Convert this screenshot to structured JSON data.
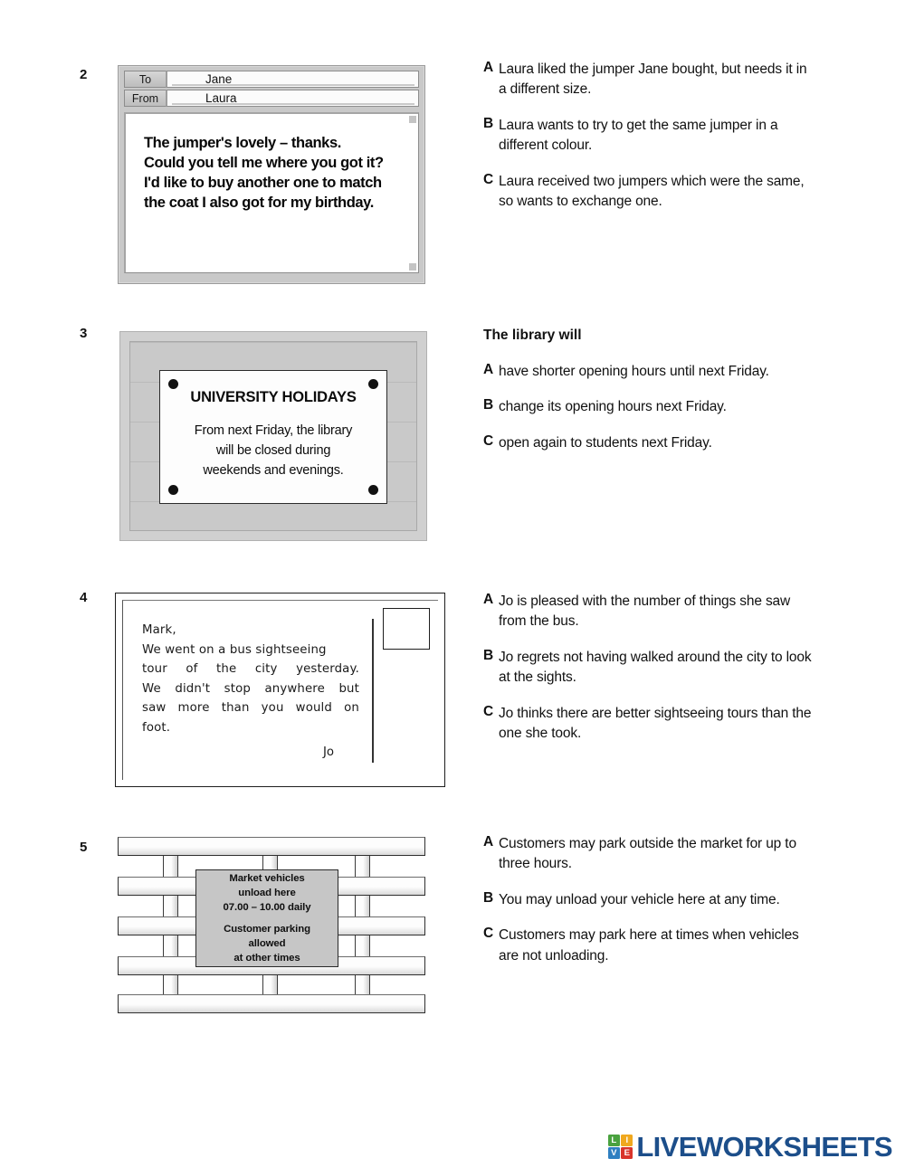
{
  "page": {
    "background": "#ffffff"
  },
  "questions": [
    {
      "number": "2",
      "stem": "",
      "stimulus": {
        "type": "message-window",
        "fields": [
          {
            "label": "To",
            "value": "Jane"
          },
          {
            "label": "From",
            "value": "Laura"
          }
        ],
        "body_lines": [
          "The jumper's lovely – thanks.",
          "Could you tell me where you got it?",
          "I'd like to buy another one to match",
          "the coat I also got for my birthday."
        ]
      },
      "options": [
        {
          "letter": "A",
          "text": "Laura liked the jumper Jane bought, but needs it in a different size."
        },
        {
          "letter": "B",
          "text": "Laura wants to try to get the same jumper in a different colour."
        },
        {
          "letter": "C",
          "text": "Laura received two jumpers which were the same, so wants to exchange one."
        }
      ]
    },
    {
      "number": "3",
      "stem": "The library will",
      "stimulus": {
        "type": "wall-notice",
        "title": "UNIVERSITY HOLIDAYS",
        "body_lines": [
          "From next Friday, the library",
          "will be closed during",
          "weekends and evenings."
        ]
      },
      "options": [
        {
          "letter": "A",
          "text": "have shorter opening hours until next Friday."
        },
        {
          "letter": "B",
          "text": "change its opening hours next Friday."
        },
        {
          "letter": "C",
          "text": "open again to students next Friday."
        }
      ]
    },
    {
      "number": "4",
      "stem": "",
      "stimulus": {
        "type": "postcard",
        "greeting": "Mark,",
        "body_lines": [
          "We went on a bus sightseeing",
          "tour of the city yesterday.",
          "We didn't stop anywhere but",
          "saw more than you would on",
          "foot."
        ],
        "signature": "Jo"
      },
      "options": [
        {
          "letter": "A",
          "text": "Jo is pleased with the number of things she saw from the bus."
        },
        {
          "letter": "B",
          "text": "Jo regrets not having walked around the city to look at the sights."
        },
        {
          "letter": "C",
          "text": "Jo thinks there are better sightseeing tours than the one she took."
        }
      ]
    },
    {
      "number": "5",
      "stem": "",
      "stimulus": {
        "type": "fence-sign",
        "lines_group_one": [
          "Market vehicles",
          "unload here",
          "07.00 – 10.00 daily"
        ],
        "lines_group_two": [
          "Customer parking",
          "allowed",
          "at other times"
        ]
      },
      "options": [
        {
          "letter": "A",
          "text": "Customers may park outside the market for up to three hours."
        },
        {
          "letter": "B",
          "text": "You may unload your vehicle here at any time."
        },
        {
          "letter": "C",
          "text": "Customers may park here at times when vehicles are not unloading."
        }
      ]
    }
  ],
  "footer": {
    "logo_tiles": [
      {
        "letter": "L",
        "color": "#4aa23f"
      },
      {
        "letter": "I",
        "color": "#f0a81e"
      },
      {
        "letter": "V",
        "color": "#2f7fc1"
      },
      {
        "letter": "E",
        "color": "#d9342b"
      }
    ],
    "wordmark": "LIVEWORKSHEETS",
    "wordmark_color": "#1c4e8a"
  }
}
